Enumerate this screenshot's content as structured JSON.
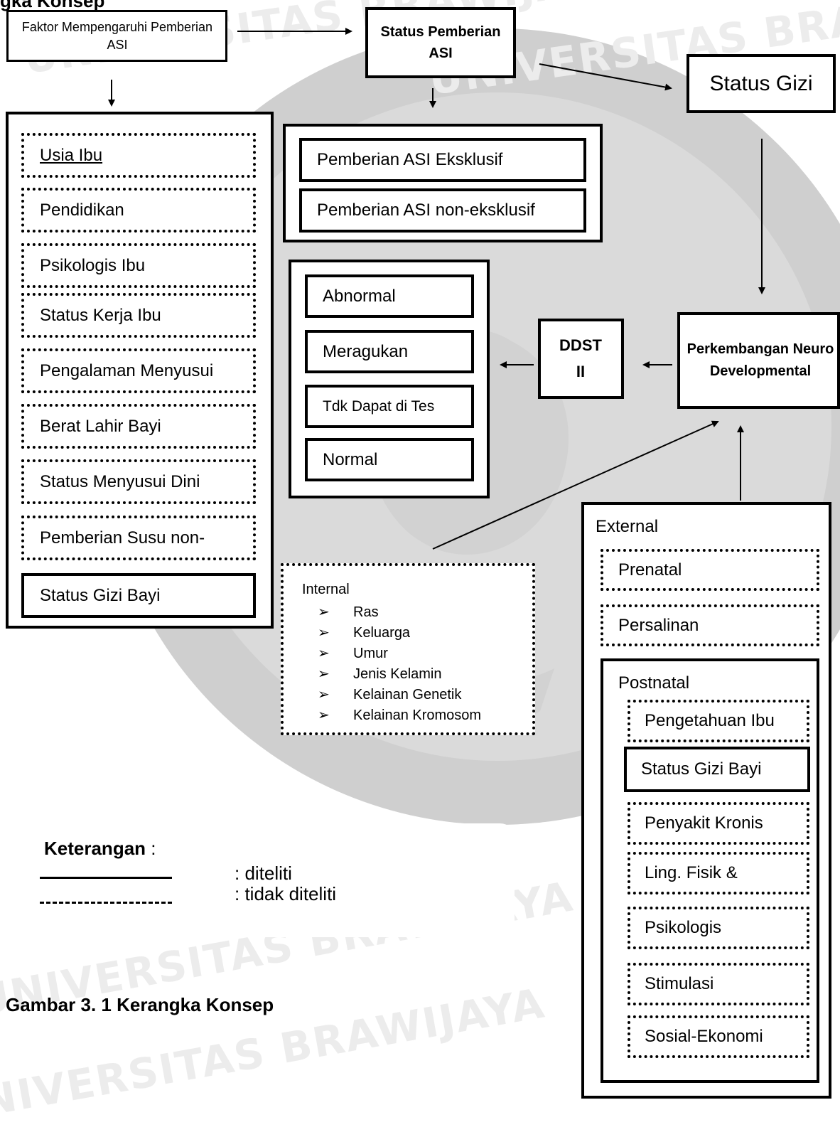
{
  "header_fragment": "gka Konsep",
  "factors": {
    "title": "Faktor Mempengaruhi Pemberian ASI",
    "items": [
      {
        "label": "Usia Ibu",
        "style": "dotted",
        "underline": true
      },
      {
        "label": "Pendidikan",
        "style": "dotted"
      },
      {
        "label": "Psikologis Ibu",
        "style": "dotted"
      },
      {
        "label": "Status Kerja Ibu",
        "style": "dotted"
      },
      {
        "label": "Pengalaman Menyusui",
        "style": "dotted"
      },
      {
        "label": "Berat Lahir Bayi",
        "style": "dotted"
      },
      {
        "label": "Status Menyusui Dini",
        "style": "dotted"
      },
      {
        "label": "Pemberian Susu non-",
        "style": "dotted"
      },
      {
        "label": "Status Gizi Bayi",
        "style": "solid"
      }
    ]
  },
  "status_asi": {
    "title": "Status Pemberian ASI",
    "items": [
      "Pemberian ASI Eksklusif",
      "Pemberian ASI non-eksklusif"
    ]
  },
  "status_gizi": "Status Gizi",
  "ddst": {
    "label": "DDST II",
    "results": [
      "Abnormal",
      "Meragukan",
      "Tdk Dapat di Tes",
      "Normal"
    ]
  },
  "perkembangan": "Perkembangan Neuro Developmental",
  "internal": {
    "title": "Internal",
    "bullet": "➢",
    "items": [
      "Ras",
      "Keluarga",
      "Umur",
      "Jenis Kelamin",
      "Kelainan Genetik",
      "Kelainan Kromosom"
    ]
  },
  "external": {
    "title": "External",
    "items": [
      "Prenatal",
      "Persalinan"
    ],
    "postnatal": {
      "title": "Postnatal",
      "items": [
        {
          "label": "Pengetahuan Ibu",
          "style": "dotted"
        },
        {
          "label": "Status Gizi Bayi",
          "style": "solid"
        },
        {
          "label": "Penyakit Kronis",
          "style": "dotted"
        },
        {
          "label": "Ling. Fisik &",
          "style": "dotted"
        },
        {
          "label": "Psikologis",
          "style": "dotted"
        },
        {
          "label": "Stimulasi",
          "style": "dotted"
        },
        {
          "label": "Sosial-Ekonomi",
          "style": "dotted"
        }
      ]
    }
  },
  "legend": {
    "title": "Keterangan",
    "title_suffix": " :",
    "solid": ": diteliti",
    "dashed": ": tidak diteliti"
  },
  "caption": "Gambar 3. 1 Kerangka Konsep",
  "watermark": "UNIVERSITAS BRAWIJAYA"
}
